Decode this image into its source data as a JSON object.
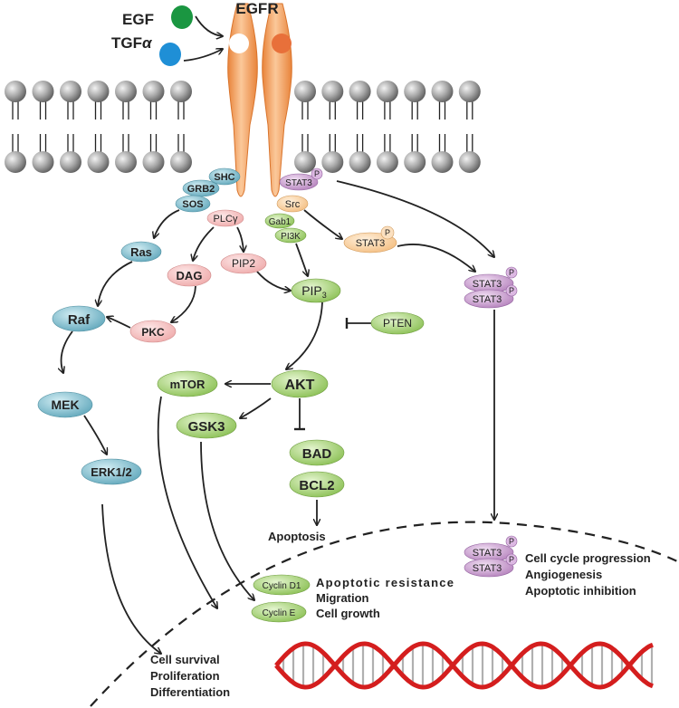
{
  "ligands": {
    "egf": "EGF",
    "tgfa_base": "TGF",
    "tgfa_greek": "α"
  },
  "receptor": {
    "label": "EGFR"
  },
  "nodes": {
    "shc": "SHC",
    "grb2": "GRB2",
    "sos": "SOS",
    "stat3_membrane": "STAT3",
    "src": "Src",
    "gab1": "Gab1",
    "pi3k": "PI3K",
    "plcy": "PLCγ",
    "ras": "Ras",
    "dag": "DAG",
    "pip2": "PIP2",
    "pip3_base": "PIP",
    "pip3_sub": "3",
    "stat3_mid": "STAT3",
    "pten": "PTEN",
    "raf": "Raf",
    "pkc": "PKC",
    "akt": "AKT",
    "mtor": "mTOR",
    "gsk3": "GSK3",
    "mek": "MEK",
    "erk": "ERK1/2",
    "bad": "BAD",
    "bcl2": "BCL2",
    "stat3_dimer_top": "STAT3",
    "stat3_dimer_bottom": "STAT3",
    "stat3_nuc_top": "STAT3",
    "stat3_nuc_bottom": "STAT3",
    "cyclin_d1": "Cyclin D1",
    "cyclin_e": "Cyclin E",
    "phospho": "P"
  },
  "outcomes": {
    "apoptosis": "Apoptosis",
    "stat3_effects": [
      "Cell cycle progression",
      "Angiogenesis",
      "Apoptotic inhibition"
    ],
    "cyclin_effects": [
      "Apoptotic resistance",
      "Migration",
      "Cell growth"
    ],
    "erk_effects": [
      "Cell survival",
      "Proliferation",
      "Differentiation"
    ]
  },
  "colors": {
    "ligand_egf": "#1a9641",
    "ligand_tgfa": "#1f8fd6",
    "receptor": "#f0a15a",
    "receptor_site_right": "#e8703a",
    "membrane_head": "#9a9a9a",
    "node_blue": "#6fb6c9",
    "node_pink": "#f6c3c3",
    "node_green": "#9ccc62",
    "node_purple": "#c697cc",
    "node_peach": "#f9d3a5",
    "dna": "#d41e1e"
  }
}
